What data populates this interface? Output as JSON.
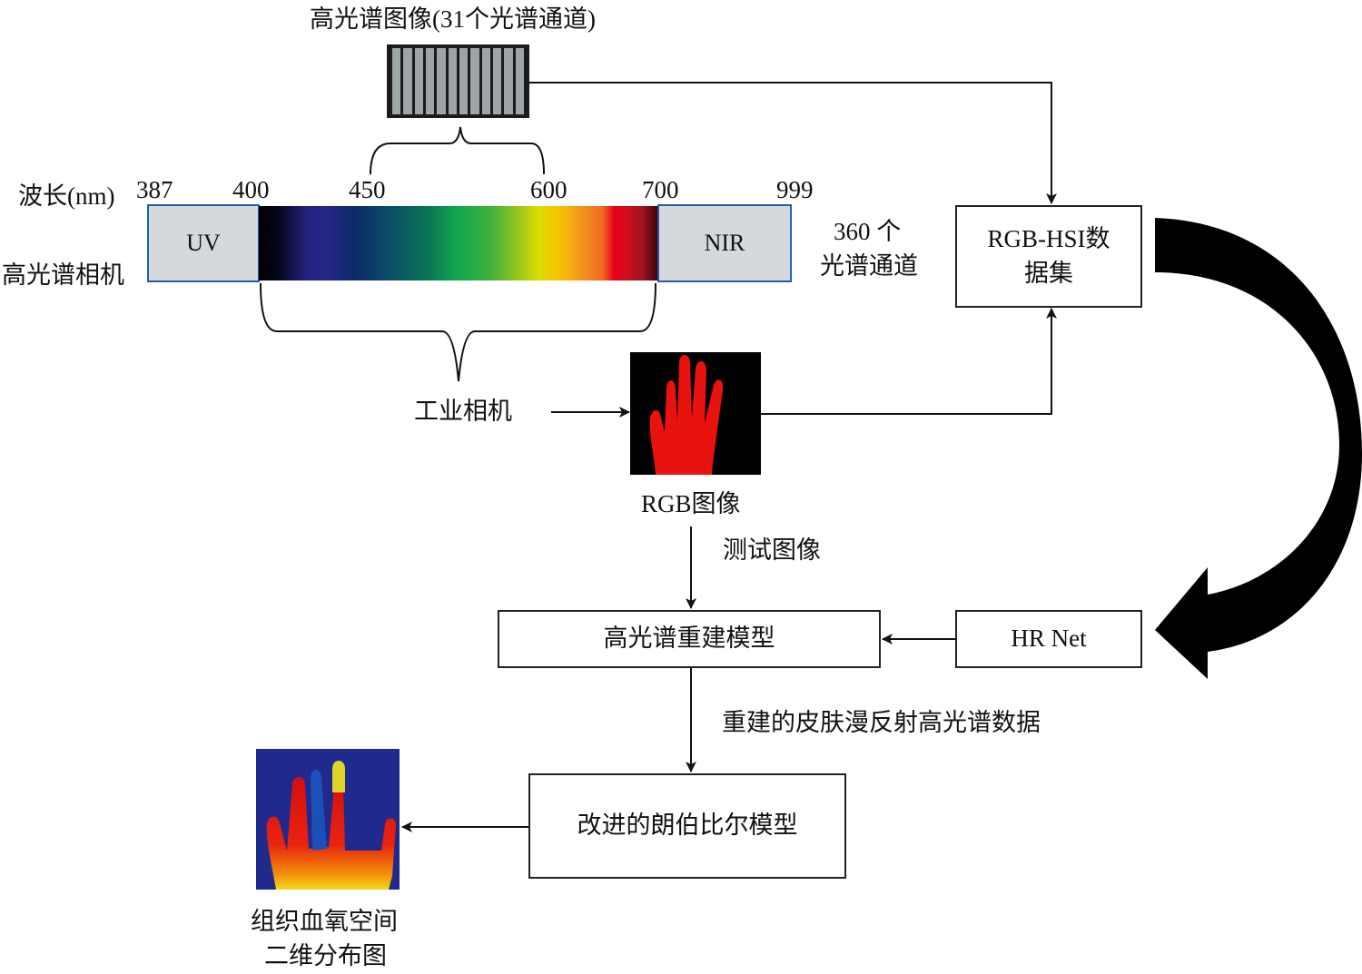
{
  "title": "高光谱图像(31个光谱通道)",
  "wavelength": {
    "label": "波长(nm)",
    "ticks": [
      "387",
      "400",
      "450",
      "600",
      "700",
      "999"
    ]
  },
  "spectrum": {
    "uv_label": "UV",
    "nir_label": "NIR",
    "camera_label": "高光谱相机",
    "channels_line1": "360 个",
    "channels_line2": "光谱通道"
  },
  "industrial_camera": "工业相机",
  "rgb_image_label": "RGB图像",
  "test_image_label": "测试图像",
  "dataset_box": {
    "line1": "RGB-HSI数",
    "line2": "据集"
  },
  "hrnet_box": "HR Net",
  "reconstruction_box": "高光谱重建模型",
  "reconstructed_data_label": "重建的皮肤漫反射高光谱数据",
  "lambert_box": "改进的朗伯比尔模型",
  "output_label": {
    "line1": "组织血氧空间",
    "line2": "二维分布图"
  },
  "colors": {
    "uv_nir_fill": "#d5d9dc",
    "uv_nir_border": "#1f5fa8",
    "rgb_hand": "#e8120f",
    "oxygen_map_bg": "#1f2a8c"
  }
}
